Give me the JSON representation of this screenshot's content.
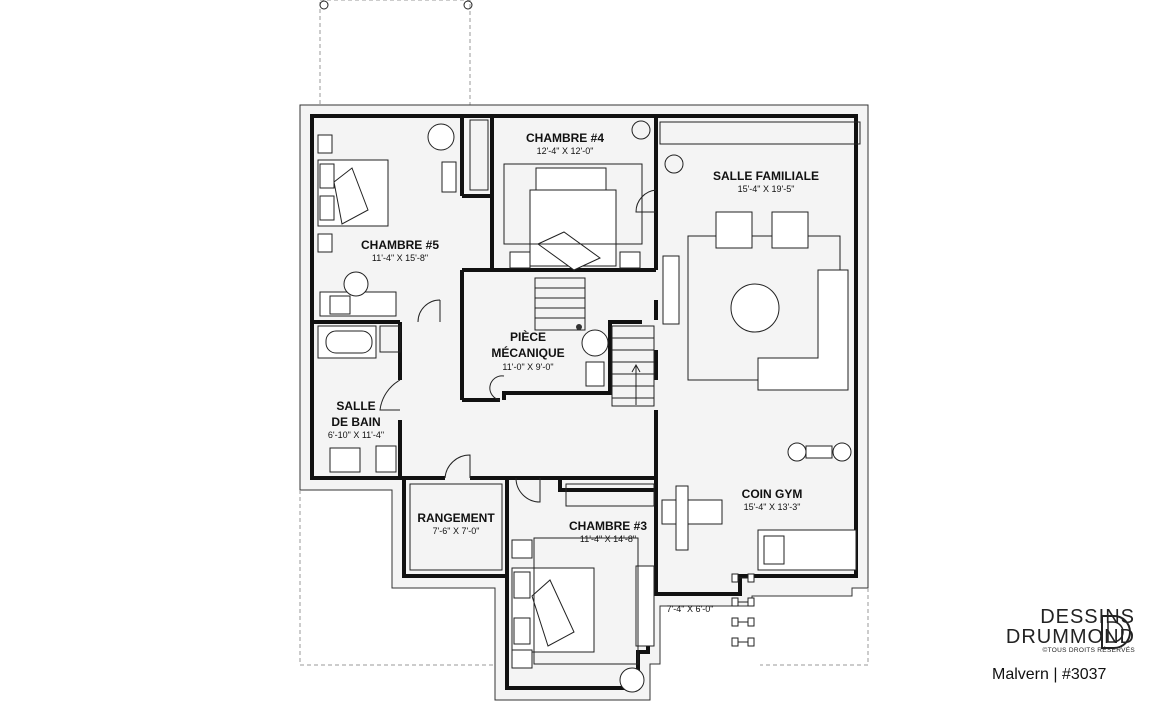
{
  "rooms": {
    "chambre5": {
      "name": "CHAMBRE #5",
      "dims": "11'-4\" X 15'-8\""
    },
    "chambre4": {
      "name": "CHAMBRE #4",
      "dims": "12'-4\" X 12'-0\""
    },
    "salle_familiale": {
      "name": "SALLE FAMILIALE",
      "dims": "15'-4\" X 19'-5\""
    },
    "piece_mecanique": {
      "name_line1": "PIÈCE",
      "name_line2": "MÉCANIQUE",
      "dims": "11'-0\" X 9'-0\""
    },
    "salle_de_bain": {
      "name_line1": "SALLE",
      "name_line2": "DE BAIN",
      "dims": "6'-10\" X 11'-4\""
    },
    "rangement": {
      "name": "RANGEMENT",
      "dims": "7'-6\" X 7'-0\""
    },
    "chambre3": {
      "name": "CHAMBRE #3",
      "dims": "11'-4\" X 14'-8\""
    },
    "coin_gym": {
      "name": "COIN GYM",
      "dims": "15'-4\" X 13'-3\""
    },
    "alcove": {
      "dims": "7'-4\" X 6'-0\""
    }
  },
  "brand": {
    "line1": "DESSINS",
    "line2": "DRUMMOND",
    "line3": "©TOUS DROITS RÉSERVÉS"
  },
  "model": "Malvern | #3037"
}
